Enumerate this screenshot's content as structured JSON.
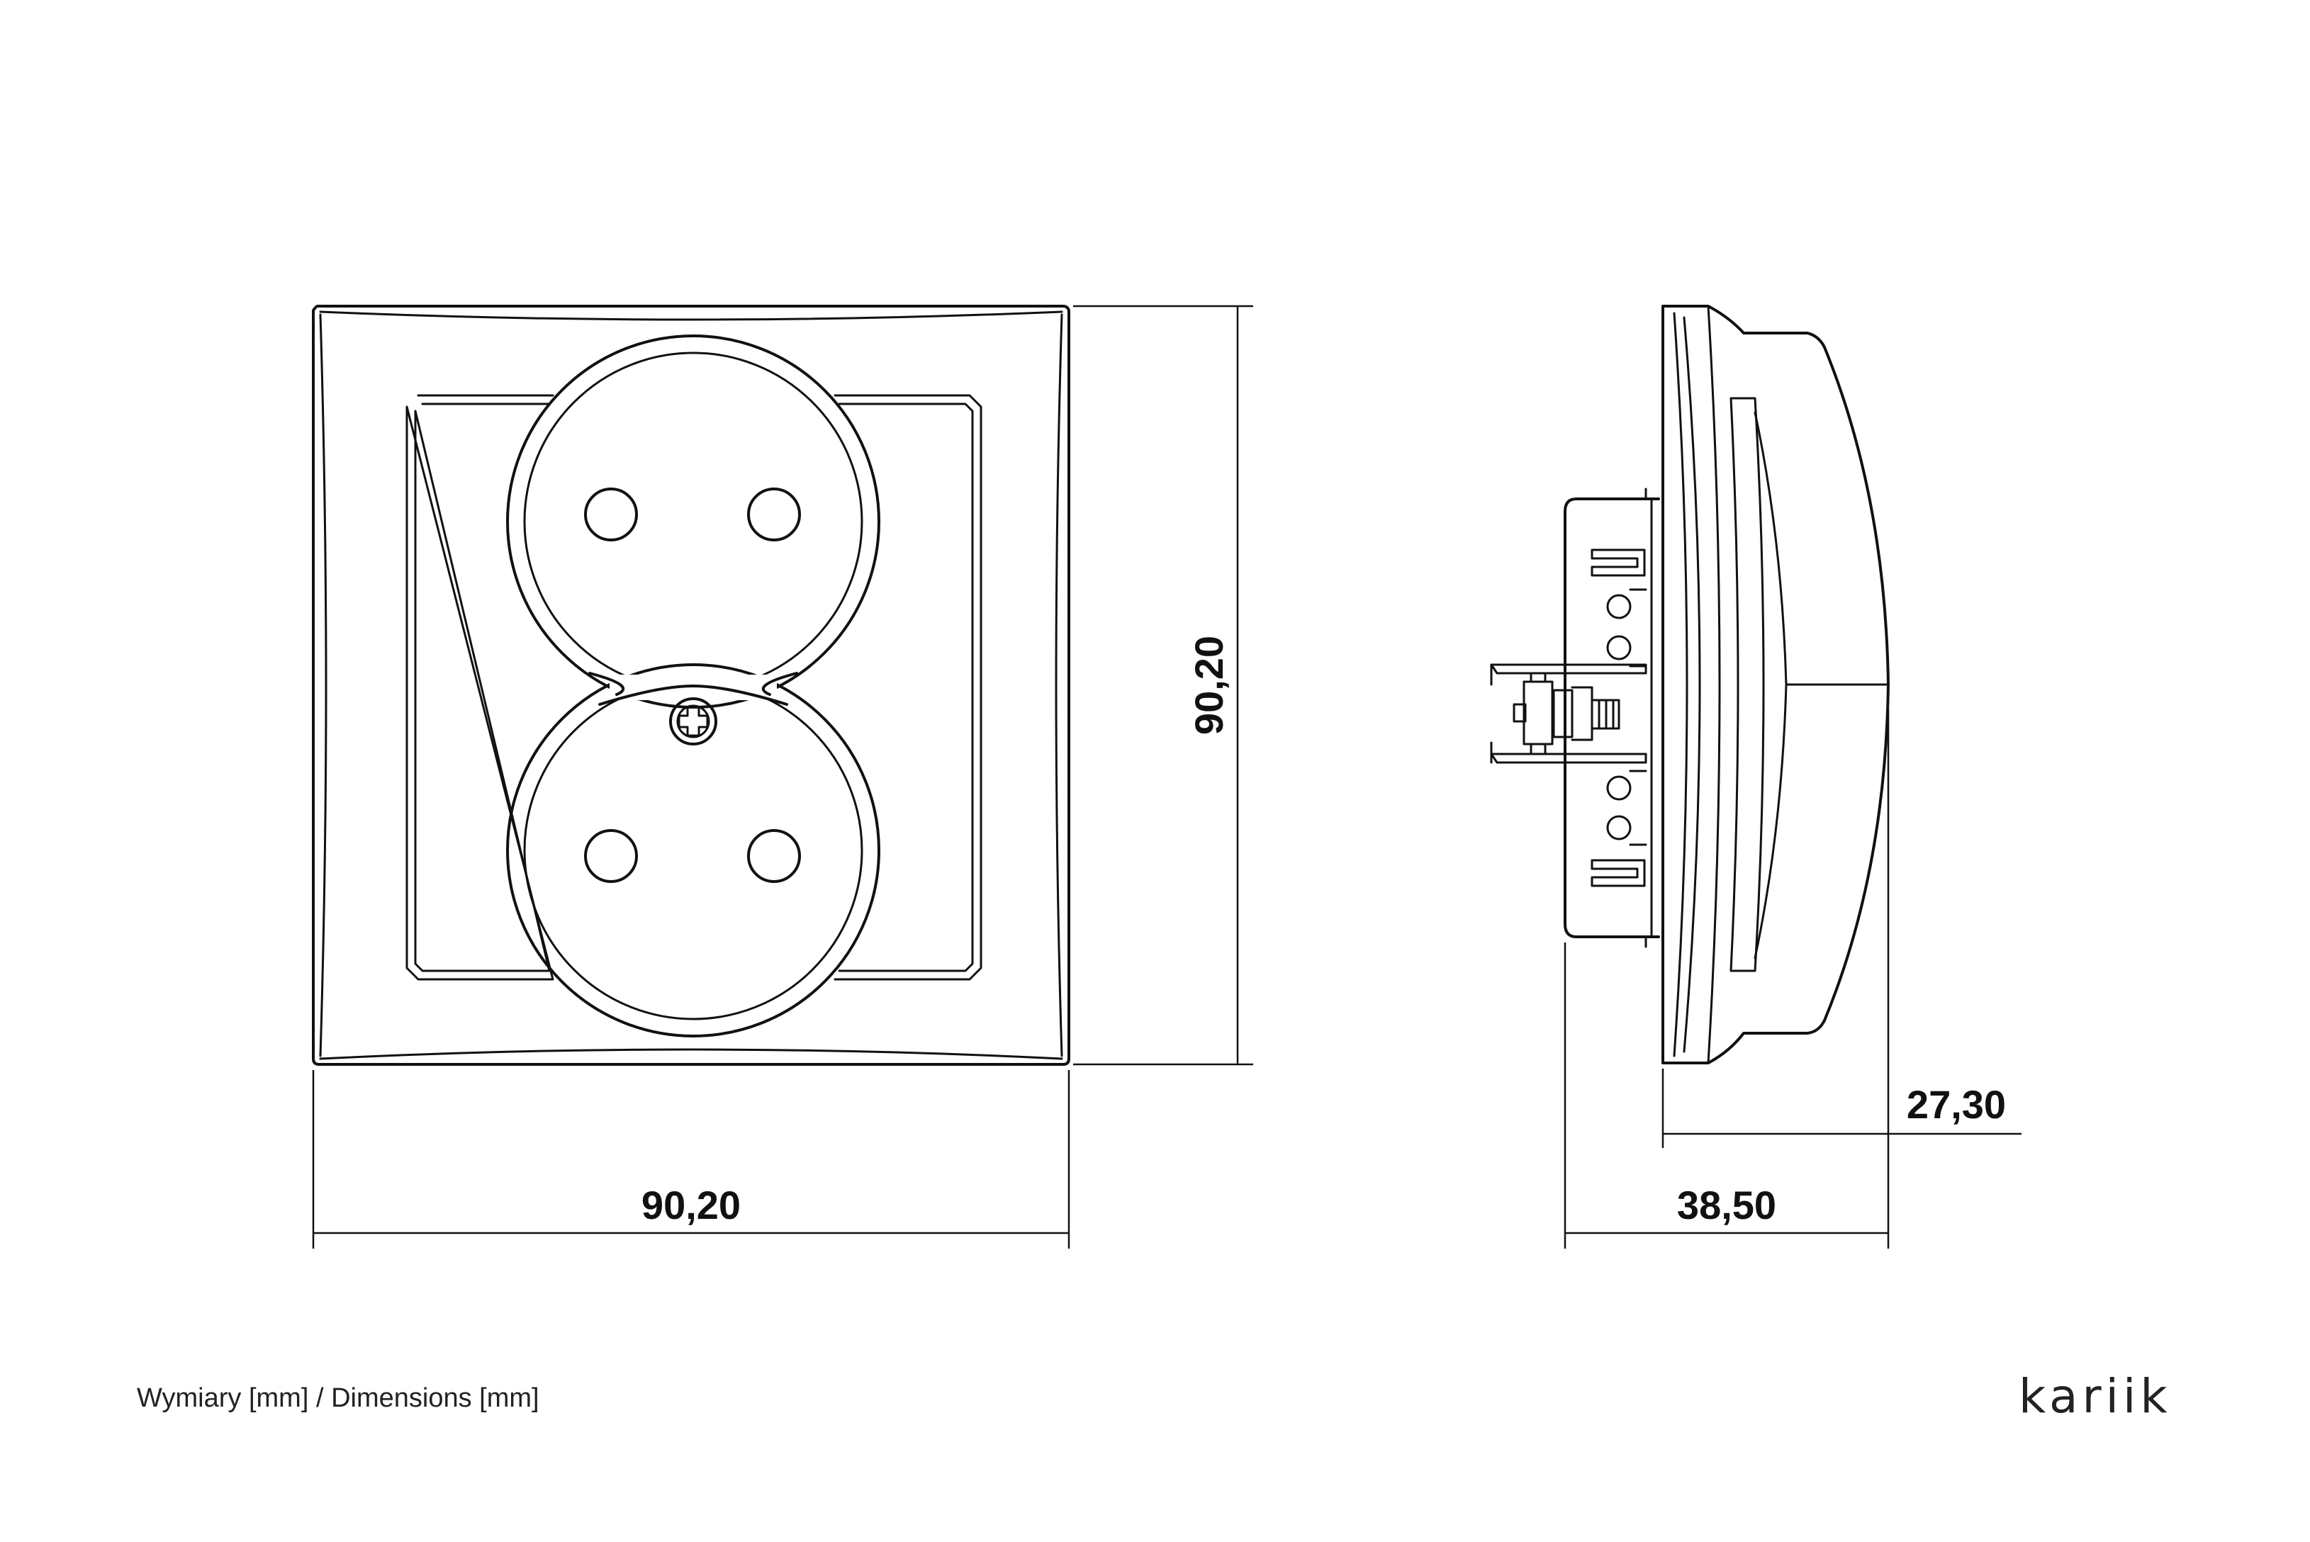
{
  "dimensions": {
    "front_width": "90,20",
    "front_height": "90,20",
    "side_depth_total": "38,50",
    "side_depth_front": "27,30"
  },
  "caption": "Wymiary [mm] / Dimensions [mm]",
  "brand": {
    "logo_text": "kariik"
  },
  "colors": {
    "line": "#111111",
    "background": "#ffffff"
  }
}
